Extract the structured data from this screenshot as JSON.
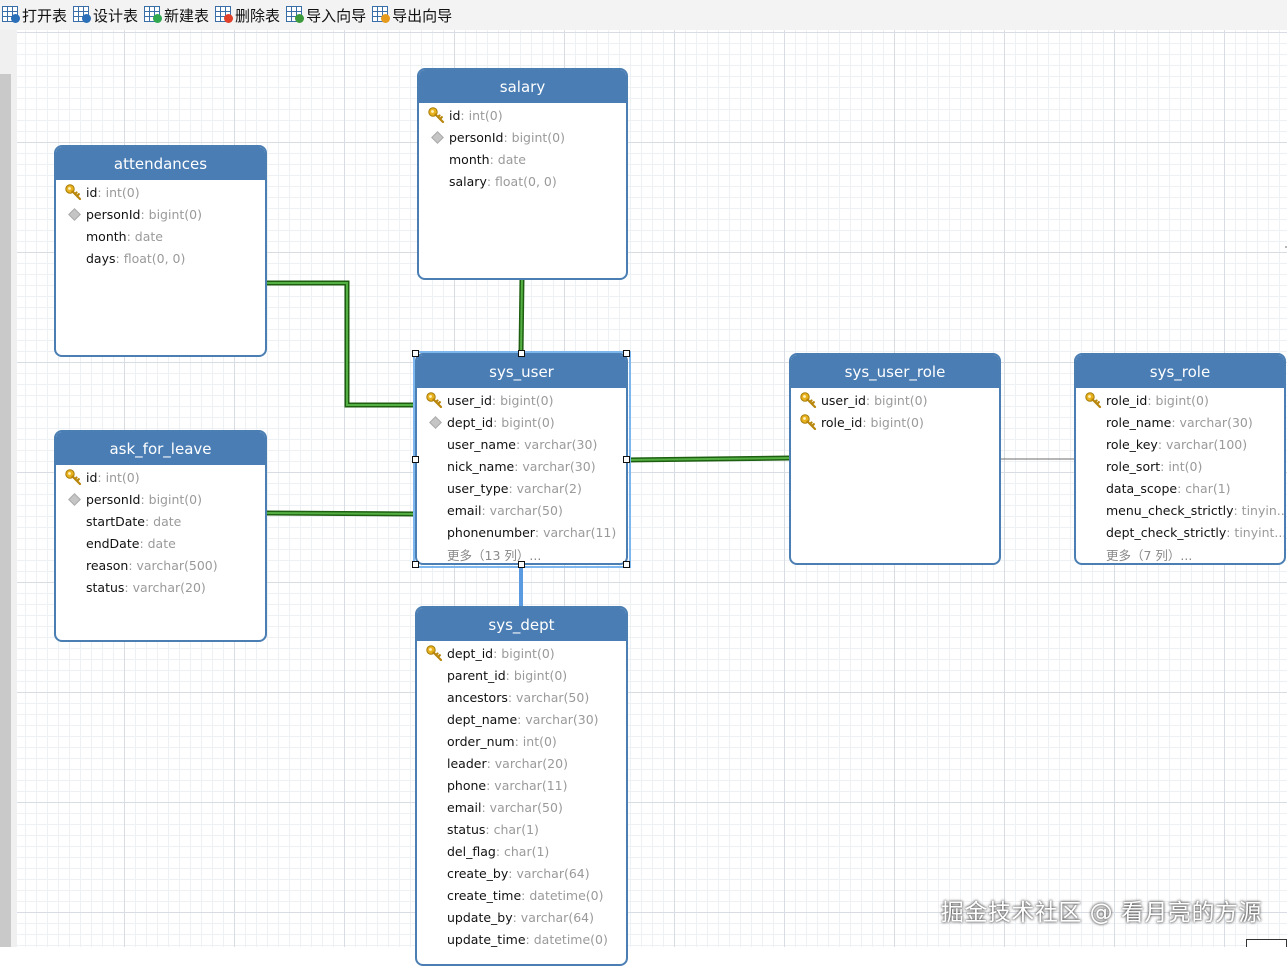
{
  "toolbar": {
    "items": [
      {
        "label": "打开表",
        "icon": "open-table-icon",
        "badge_color": "#2a6fb8"
      },
      {
        "label": "设计表",
        "icon": "design-table-icon",
        "badge_color": "#2a6fb8"
      },
      {
        "label": "新建表",
        "icon": "new-table-icon",
        "badge_color": "#2fa84f"
      },
      {
        "label": "删除表",
        "icon": "delete-table-icon",
        "badge_color": "#e0402a"
      },
      {
        "label": "导入向导",
        "icon": "import-wizard-icon",
        "badge_color": "#3c9a3c"
      },
      {
        "label": "导出向导",
        "icon": "export-wizard-icon",
        "badge_color": "#e69a1c"
      }
    ]
  },
  "colors": {
    "header": "#4a7db4",
    "border": "#4b7fb4",
    "relation": "#2f8a1e",
    "selected": "#7eb6ee"
  },
  "tables": {
    "salary": {
      "name": "salary",
      "fields": [
        {
          "name": "id",
          "type": ": int(0)",
          "icon": "primary-key-icon"
        },
        {
          "name": "personId",
          "type": ": bigint(0)",
          "icon": "foreign-key-icon"
        },
        {
          "name": "month",
          "type": ": date",
          "icon": ""
        },
        {
          "name": "salary",
          "type": ": float(0, 0)",
          "icon": ""
        }
      ]
    },
    "attendances": {
      "name": "attendances",
      "fields": [
        {
          "name": "id",
          "type": ": int(0)",
          "icon": "primary-key-icon"
        },
        {
          "name": "personId",
          "type": ": bigint(0)",
          "icon": "foreign-key-icon"
        },
        {
          "name": "month",
          "type": ": date",
          "icon": ""
        },
        {
          "name": "days",
          "type": ": float(0, 0)",
          "icon": ""
        }
      ]
    },
    "ask_for_leave": {
      "name": "ask_for_leave",
      "fields": [
        {
          "name": "id",
          "type": ": int(0)",
          "icon": "primary-key-icon"
        },
        {
          "name": "personId",
          "type": ": bigint(0)",
          "icon": "foreign-key-icon"
        },
        {
          "name": "startDate",
          "type": ": date",
          "icon": ""
        },
        {
          "name": "endDate",
          "type": ": date",
          "icon": ""
        },
        {
          "name": "reason",
          "type": ": varchar(500)",
          "icon": ""
        },
        {
          "name": "status",
          "type": ": varchar(20)",
          "icon": ""
        }
      ]
    },
    "sys_user": {
      "name": "sys_user",
      "fields": [
        {
          "name": "user_id",
          "type": ": bigint(0)",
          "icon": "primary-key-icon"
        },
        {
          "name": "dept_id",
          "type": ": bigint(0)",
          "icon": "foreign-key-icon"
        },
        {
          "name": "user_name",
          "type": ": varchar(30)",
          "icon": ""
        },
        {
          "name": "nick_name",
          "type": ": varchar(30)",
          "icon": ""
        },
        {
          "name": "user_type",
          "type": ": varchar(2)",
          "icon": ""
        },
        {
          "name": "email",
          "type": ": varchar(50)",
          "icon": ""
        },
        {
          "name": "phonenumber",
          "type": ": varchar(11)",
          "icon": ""
        }
      ],
      "more": "更多（13 列）..."
    },
    "sys_user_role": {
      "name": "sys_user_role",
      "fields": [
        {
          "name": "user_id",
          "type": ": bigint(0)",
          "icon": "primary-key-icon"
        },
        {
          "name": "role_id",
          "type": ": bigint(0)",
          "icon": "primary-key-icon"
        }
      ]
    },
    "sys_role": {
      "name": "sys_role",
      "fields": [
        {
          "name": "role_id",
          "type": ": bigint(0)",
          "icon": "primary-key-icon"
        },
        {
          "name": "role_name",
          "type": ": varchar(30)",
          "icon": ""
        },
        {
          "name": "role_key",
          "type": ": varchar(100)",
          "icon": ""
        },
        {
          "name": "role_sort",
          "type": ": int(0)",
          "icon": ""
        },
        {
          "name": "data_scope",
          "type": ": char(1)",
          "icon": ""
        },
        {
          "name": "menu_check_strictly",
          "type": ": tinyin...",
          "icon": ""
        },
        {
          "name": "dept_check_strictly",
          "type": ": tinyint...",
          "icon": ""
        }
      ],
      "more": "更多（7 列）..."
    },
    "sys_dept": {
      "name": "sys_dept",
      "fields": [
        {
          "name": "dept_id",
          "type": ": bigint(0)",
          "icon": "primary-key-icon"
        },
        {
          "name": "parent_id",
          "type": ": bigint(0)",
          "icon": ""
        },
        {
          "name": "ancestors",
          "type": ": varchar(50)",
          "icon": ""
        },
        {
          "name": "dept_name",
          "type": ": varchar(30)",
          "icon": ""
        },
        {
          "name": "order_num",
          "type": ": int(0)",
          "icon": ""
        },
        {
          "name": "leader",
          "type": ": varchar(20)",
          "icon": ""
        },
        {
          "name": "phone",
          "type": ": varchar(11)",
          "icon": ""
        },
        {
          "name": "email",
          "type": ": varchar(50)",
          "icon": ""
        },
        {
          "name": "status",
          "type": ": char(1)",
          "icon": ""
        },
        {
          "name": "del_flag",
          "type": ": char(1)",
          "icon": ""
        },
        {
          "name": "create_by",
          "type": ": varchar(64)",
          "icon": ""
        },
        {
          "name": "create_time",
          "type": ": datetime(0)",
          "icon": ""
        },
        {
          "name": "update_by",
          "type": ": varchar(64)",
          "icon": ""
        },
        {
          "name": "update_time",
          "type": ": datetime(0)",
          "icon": ""
        }
      ]
    }
  },
  "watermark": "掘金技术社区 @ 看月亮的方源"
}
